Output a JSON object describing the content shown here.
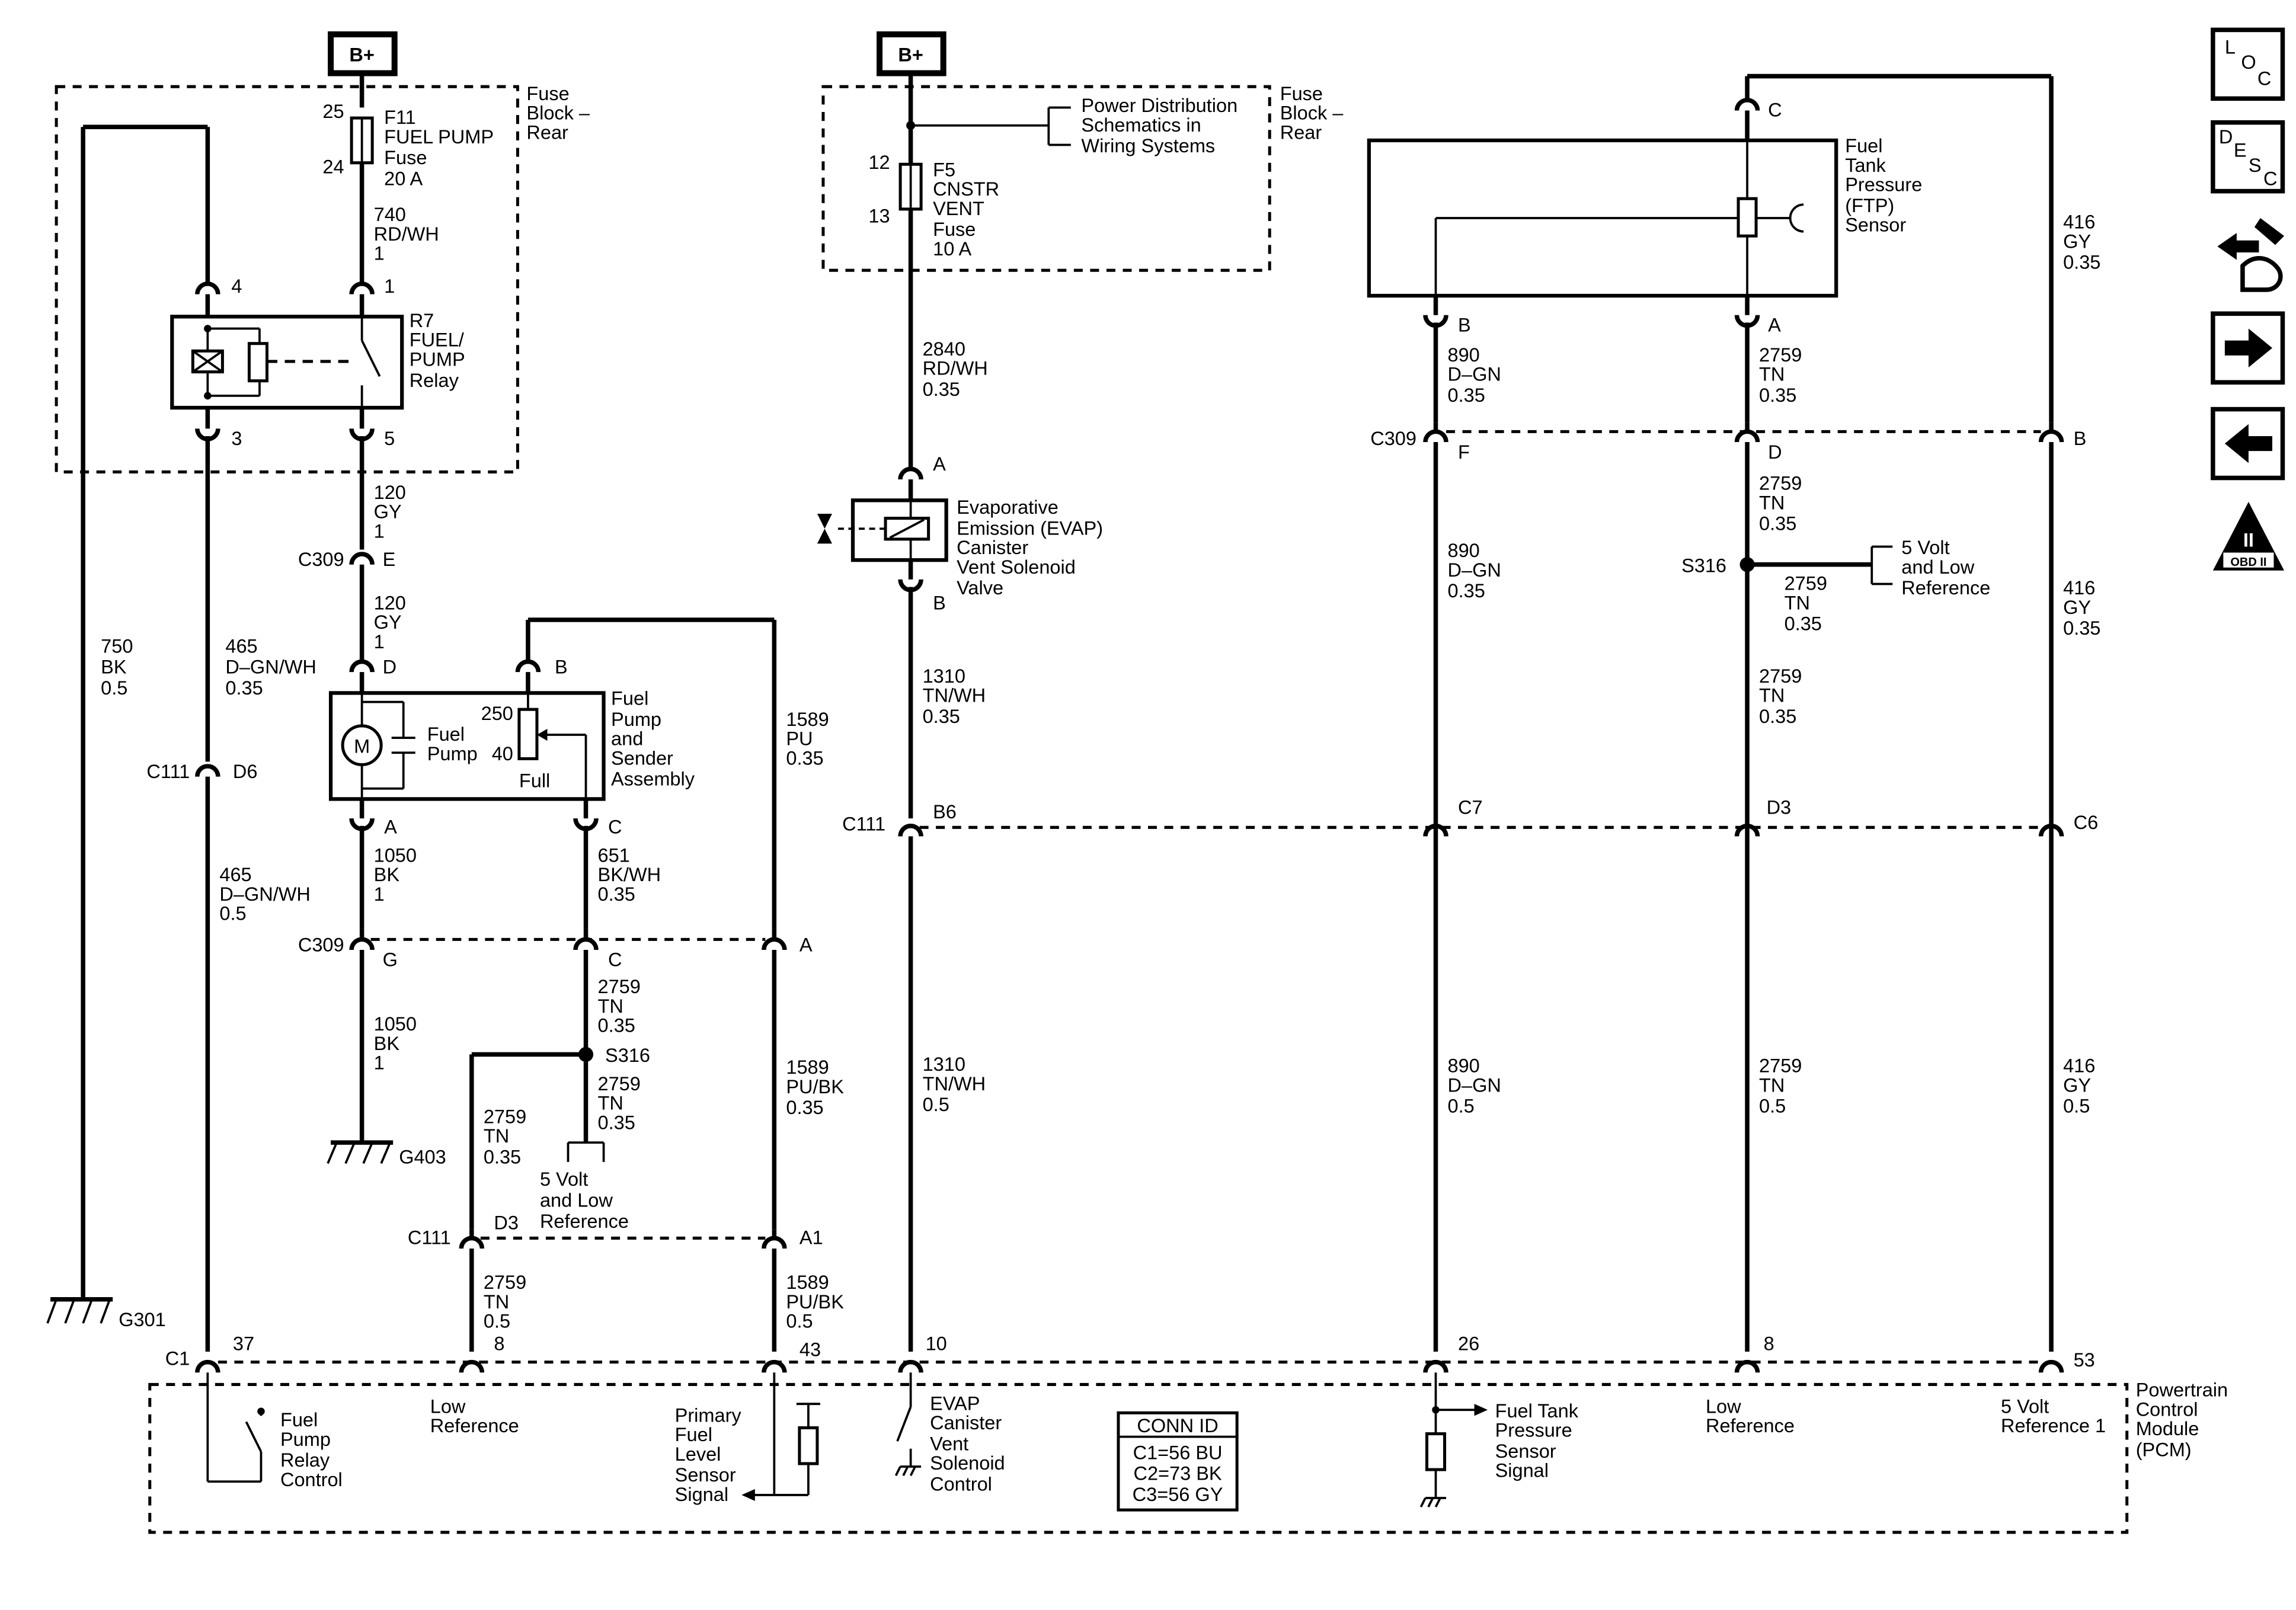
{
  "power_labels": {
    "bplus_left": "B+",
    "bplus_right": "B+"
  },
  "fuse_block": {
    "label": [
      "Fuse",
      "Block –",
      "Rear"
    ]
  },
  "fuse_block_2": {
    "label": [
      "Fuse",
      "Block –",
      "Rear"
    ]
  },
  "fuse_f11": {
    "pin_top": "25",
    "pin_bottom": "24",
    "label": [
      "F11",
      "FUEL PUMP",
      "Fuse",
      "20 A"
    ]
  },
  "fuse_f5": {
    "pin_top": "12",
    "pin_bottom": "13",
    "label": [
      "F5",
      "CNSTR",
      "VENT",
      "Fuse",
      "10 A"
    ]
  },
  "power_dist": {
    "label": [
      "Power Distribution",
      "Schematics in",
      "Wiring Systems"
    ]
  },
  "relay_r7": {
    "label": [
      "R7",
      "FUEL/",
      "PUMP",
      "Relay"
    ],
    "pins": [
      "4",
      "1",
      "3",
      "5"
    ]
  },
  "fuel_pump_assembly": {
    "label": [
      "Fuel",
      "Pump",
      "and",
      "Sender",
      "Assembly"
    ],
    "motor_label": [
      "Fuel",
      "Pump"
    ],
    "motor_symbol": "M",
    "sender_values": [
      "250",
      "40",
      "Full"
    ],
    "pins": [
      "D",
      "B",
      "A",
      "C"
    ]
  },
  "evap_valve": {
    "label": [
      "Evaporative",
      "Emission (EVAP)",
      "Canister",
      "Vent Solenoid",
      "Valve"
    ],
    "pins": [
      "A",
      "B"
    ]
  },
  "ftp_sensor": {
    "label": [
      "Fuel",
      "Tank",
      "Pressure",
      "(FTP)",
      "Sensor"
    ],
    "pins": [
      "C",
      "B",
      "A"
    ]
  },
  "wires": {
    "w740": [
      "740",
      "RD/WH",
      "1"
    ],
    "w120a": [
      "120",
      "GY",
      "1"
    ],
    "w120b": [
      "120",
      "GY",
      "1"
    ],
    "w750": [
      "750",
      "BK",
      "0.5"
    ],
    "w465a": [
      "465",
      "D–GN/WH",
      "0.35"
    ],
    "w465b": [
      "465",
      "D–GN/WH",
      "0.5"
    ],
    "w1050a": [
      "1050",
      "BK",
      "1"
    ],
    "w1050b": [
      "1050",
      "BK",
      "1"
    ],
    "w651": [
      "651",
      "BK/WH",
      "0.35"
    ],
    "w2759a": [
      "2759",
      "TN",
      "0.35"
    ],
    "w2759b": [
      "2759",
      "TN",
      "0.35"
    ],
    "w2759c": [
      "2759",
      "TN",
      "0.35"
    ],
    "w2759d": [
      "2759",
      "TN",
      "0.5"
    ],
    "w1589a": [
      "1589",
      "PU",
      "0.35"
    ],
    "w1589b": [
      "1589",
      "PU/BK",
      "0.35"
    ],
    "w1589c": [
      "1589",
      "PU/BK",
      "0.5"
    ],
    "w2840": [
      "2840",
      "RD/WH",
      "0.35"
    ],
    "w1310a": [
      "1310",
      "TN/WH",
      "0.35"
    ],
    "w1310b": [
      "1310",
      "TN/WH",
      "0.5"
    ],
    "w890a": [
      "890",
      "D–GN",
      "0.35"
    ],
    "w890b": [
      "890",
      "D–GN",
      "0.35"
    ],
    "w890c": [
      "890",
      "D–GN",
      "0.5"
    ],
    "w2759e": [
      "2759",
      "TN",
      "0.35"
    ],
    "w2759f": [
      "2759",
      "TN",
      "0.35"
    ],
    "w2759g": [
      "2759",
      "TN",
      "0.35"
    ],
    "w2759h": [
      "2759",
      "TN",
      "0.35"
    ],
    "w2759i": [
      "2759",
      "TN",
      "0.5"
    ],
    "w416a": [
      "416",
      "GY",
      "0.35"
    ],
    "w416b": [
      "416",
      "GY",
      "0.35"
    ],
    "w416c": [
      "416",
      "GY",
      "0.5"
    ]
  },
  "connectors": {
    "c309": "C309",
    "c111": "C111",
    "c1": "C1",
    "pins": {
      "c309_e": "E",
      "c309_d": "D",
      "c309_g": "G",
      "c309_c": "C",
      "c309_a": "A",
      "c309_f": "F",
      "c309_d2": "D",
      "c309_b": "B",
      "c111_d6": "D6",
      "c111_d3": "D3",
      "c111_a1": "A1",
      "c111_b6": "B6",
      "c111_c7": "C7",
      "c111_d3b": "D3",
      "c111_c6": "C6",
      "c1_37": "37",
      "c1_8": "8",
      "c1_43": "43",
      "c1_10": "10",
      "c1_26": "26",
      "c1_8b": "8",
      "c1_53": "53"
    }
  },
  "splices": {
    "s316_left": "S316",
    "s316_right": "S316"
  },
  "references": {
    "ref_left": [
      "5 Volt",
      "and Low",
      "Reference"
    ],
    "ref_right": [
      "5 Volt",
      "and Low",
      "Reference"
    ]
  },
  "grounds": {
    "g301": "G301",
    "g403": "G403"
  },
  "pcm": {
    "label": [
      "Powertrain",
      "Control",
      "Module",
      "(PCM)"
    ],
    "fpr_control": [
      "Fuel",
      "Pump",
      "Relay",
      "Control"
    ],
    "low_ref_1": [
      "Low",
      "Reference"
    ],
    "fuel_level": [
      "Primary",
      "Fuel",
      "Level",
      "Sensor",
      "Signal"
    ],
    "evap_control": [
      "EVAP",
      "Canister",
      "Vent",
      "Solenoid",
      "Control"
    ],
    "ftp_signal": [
      "Fuel Tank",
      "Pressure",
      "Sensor",
      "Signal"
    ],
    "low_ref_2": [
      "Low",
      "Reference"
    ],
    "five_volt_ref": [
      "5 Volt",
      "Reference 1"
    ]
  },
  "conn_id": {
    "title": "CONN ID",
    "rows": [
      "C1=56 BU",
      "C2=73 BK",
      "C3=56 GY"
    ]
  },
  "nav_icons": {
    "loc": [
      "L",
      "O",
      "C"
    ],
    "desc": [
      "D",
      "E",
      "S",
      "C"
    ],
    "obd_symbol": "II",
    "obd_label": "OBD II"
  }
}
